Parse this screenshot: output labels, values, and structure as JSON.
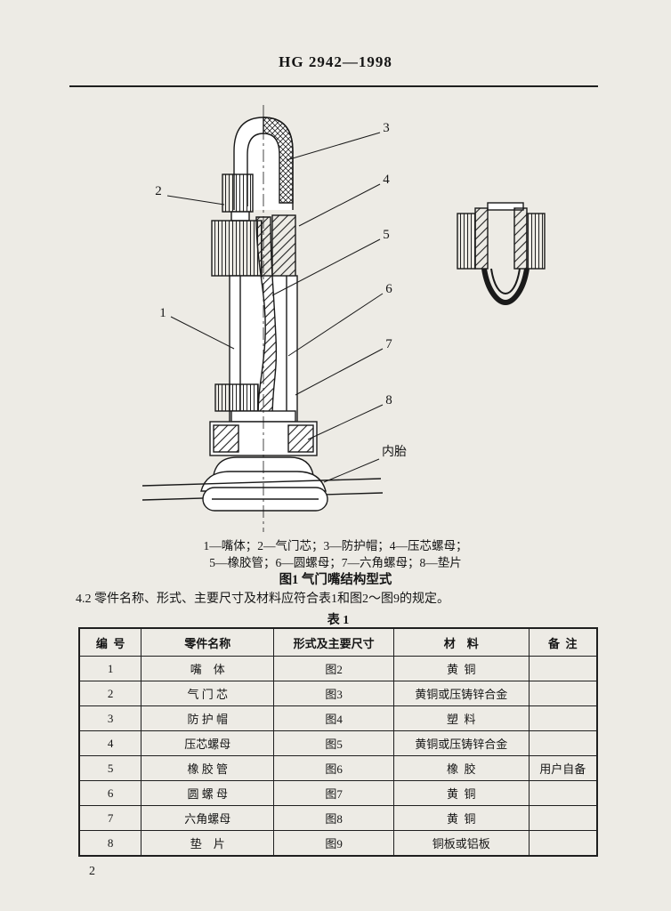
{
  "page": {
    "header_title": "HG 2942—1998",
    "page_number": "2"
  },
  "figure": {
    "callouts": [
      "1",
      "2",
      "3",
      "4",
      "5",
      "6",
      "7",
      "8"
    ],
    "inner_tube_label": "内胎",
    "caption_line1": "1—嘴体；2—气门芯；3—防护帽；4—压芯螺母；",
    "caption_line2": "5—橡胶管；6—圆螺母；7—六角螺母；8—垫片",
    "title": "图1  气门嘴结构型式"
  },
  "paragraph": "4.2  零件名称、形式、主要尺寸及材料应符合表1和图2～图9的规定。",
  "table": {
    "title": "表  1",
    "headers": [
      "编  号",
      "零件名称",
      "形式及主要尺寸",
      "材    料",
      "备  注"
    ],
    "rows": [
      {
        "no": "1",
        "name": "嘴    体",
        "form": "图2",
        "material": "黄  铜",
        "note": ""
      },
      {
        "no": "2",
        "name": "气 门 芯",
        "form": "图3",
        "material": "黄铜或压铸锌合金",
        "note": ""
      },
      {
        "no": "3",
        "name": "防 护 帽",
        "form": "图4",
        "material": "塑  料",
        "note": ""
      },
      {
        "no": "4",
        "name": "压芯螺母",
        "form": "图5",
        "material": "黄铜或压铸锌合金",
        "note": ""
      },
      {
        "no": "5",
        "name": "橡 胶 管",
        "form": "图6",
        "material": "橡  胶",
        "note": "用户自备"
      },
      {
        "no": "6",
        "name": "圆 螺 母",
        "form": "图7",
        "material": "黄  铜",
        "note": ""
      },
      {
        "no": "7",
        "name": "六角螺母",
        "form": "图8",
        "material": "黄  铜",
        "note": ""
      },
      {
        "no": "8",
        "name": "垫    片",
        "form": "图9",
        "material": "铜板或铝板",
        "note": ""
      }
    ]
  }
}
